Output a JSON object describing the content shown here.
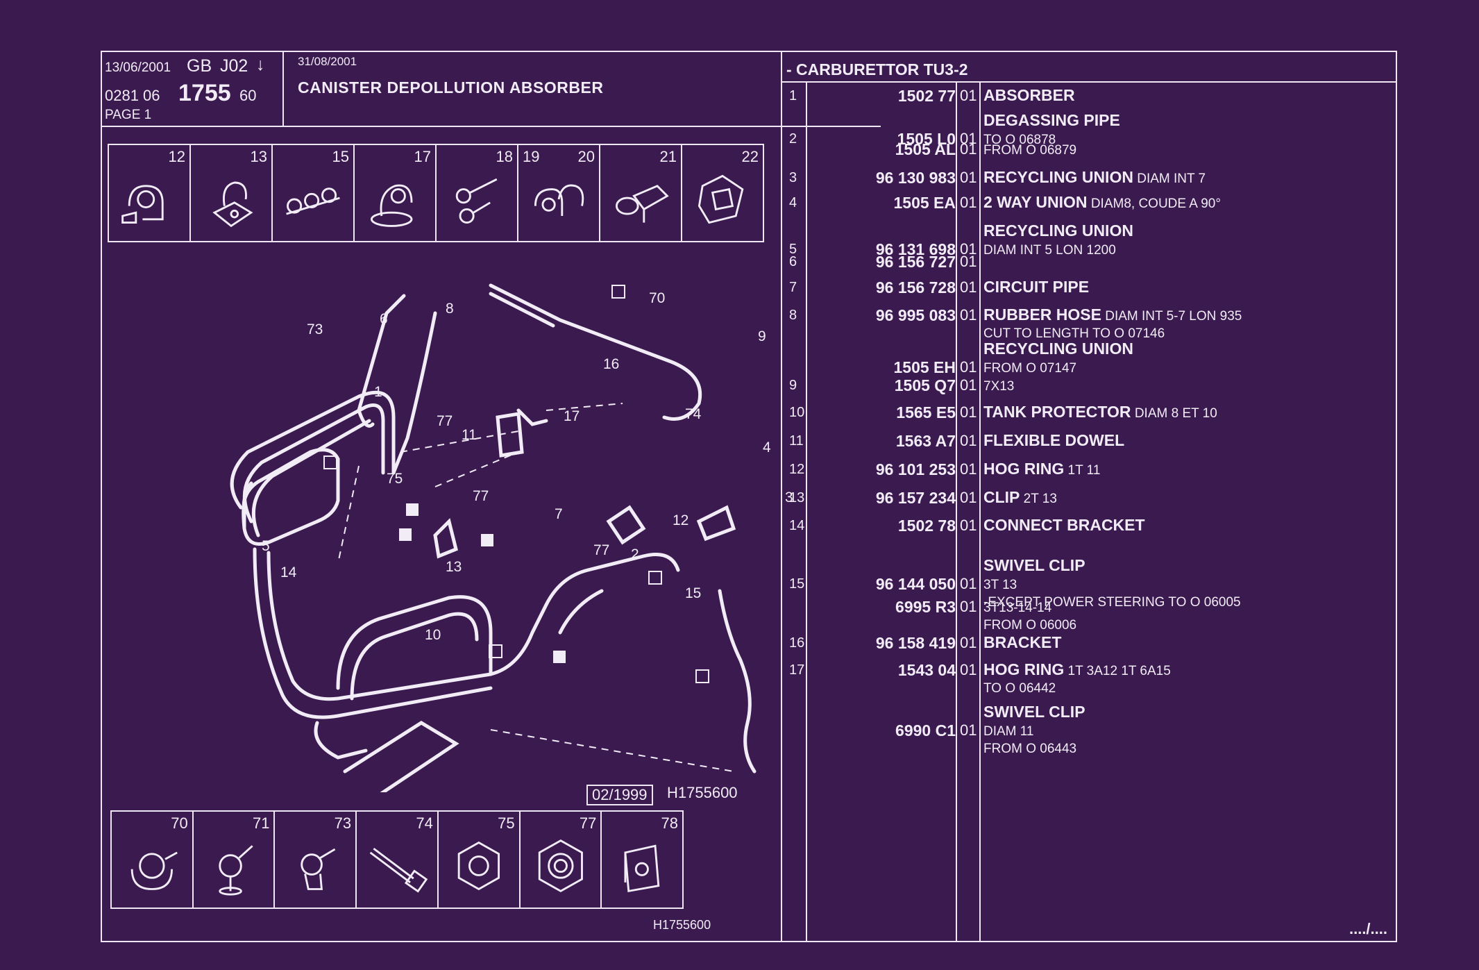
{
  "header": {
    "date": "13/06/2001",
    "lang": "GB",
    "code": "J02",
    "arrow": "↓",
    "ref_prefix": "0281 06",
    "ref_main": "1755",
    "ref_suffix": "60",
    "page": "PAGE 1",
    "date2": "31/08/2001",
    "title": "CANISTER DEPOLLUTION ABSORBER"
  },
  "thumbs_top": [
    "12",
    "13",
    "15",
    "17",
    "18",
    "19",
    "20",
    "21",
    "22"
  ],
  "thumbs_bottom": [
    "70",
    "71",
    "73",
    "74",
    "75",
    "77",
    "78"
  ],
  "diagram": {
    "labels": [
      "8",
      "70",
      "6",
      "73",
      "9",
      "16",
      "1",
      "77",
      "11",
      "17",
      "74",
      "4",
      "75",
      "77",
      "3",
      "12",
      "7",
      "5",
      "77",
      "2",
      "13",
      "14",
      "15",
      "10"
    ],
    "date_stamp": "02/1999",
    "ref": "H1755600",
    "ref_bottom": "H1755600"
  },
  "list": {
    "heading": "- CARBURETTOR TU3-2",
    "rows": [
      {
        "idx": "1",
        "ref": "1502 77",
        "qty": "01",
        "lines": [
          {
            "b": "ABSORBER",
            "t": ""
          }
        ]
      },
      {
        "idx": "2",
        "ref": "1505 L0",
        "qty": "01",
        "pre": "DEGASSING PIPE",
        "lines": [
          {
            "b": "",
            "t": "TO  O  06878"
          }
        ]
      },
      {
        "idx": "",
        "ref": "1505 AL",
        "qty": "01",
        "lines": [
          {
            "b": "",
            "t": "FROM  O  06879"
          }
        ]
      },
      {
        "idx": "3",
        "ref": "96 130 983",
        "qty": "01",
        "lines": [
          {
            "b": "RECYCLING UNION",
            "t": " DIAM INT 7"
          }
        ]
      },
      {
        "idx": "4",
        "ref": "1505 EA",
        "qty": "01",
        "lines": [
          {
            "b": "2 WAY UNION",
            "t": " DIAM8, COUDE A 90°"
          }
        ]
      },
      {
        "idx": "5",
        "ref": "96 131 698",
        "qty": "01",
        "pre": "RECYCLING UNION",
        "lines": [
          {
            "b": "",
            "t": "DIAM INT 5 LON 1200"
          }
        ]
      },
      {
        "idx": "6",
        "ref": "96 156 727",
        "qty": "01",
        "lines": [
          {
            "b": "",
            "t": ""
          }
        ]
      },
      {
        "idx": "7",
        "ref": "96 156 728",
        "qty": "01",
        "lines": [
          {
            "b": "CIRCUIT PIPE",
            "t": ""
          }
        ]
      },
      {
        "idx": "8",
        "ref": "96 995 083",
        "qty": "01",
        "lines": [
          {
            "b": "RUBBER HOSE",
            "t": " DIAM INT 5-7 LON 935"
          },
          {
            "b": "",
            "t": "CUT TO LENGTH TO  O  07146"
          }
        ]
      },
      {
        "idx": "",
        "ref": "1505 EH",
        "qty": "01",
        "pre": "RECYCLING UNION",
        "lines": [
          {
            "b": "",
            "t": "FROM  O  07147"
          }
        ]
      },
      {
        "idx": "9",
        "ref": "1505 Q7",
        "qty": "01",
        "lines": [
          {
            "b": "",
            "t": "7X13"
          }
        ]
      },
      {
        "idx": "10",
        "ref": "1565 E5",
        "qty": "01",
        "lines": [
          {
            "b": "TANK PROTECTOR",
            "t": " DIAM 8 ET 10"
          }
        ]
      },
      {
        "idx": "11",
        "ref": "1563 A7",
        "qty": "01",
        "lines": [
          {
            "b": "FLEXIBLE DOWEL",
            "t": ""
          }
        ]
      },
      {
        "idx": "12",
        "ref": "96 101 253",
        "qty": "01",
        "lines": [
          {
            "b": "HOG RING",
            "t": " 1T 11"
          }
        ]
      },
      {
        "idx": "13",
        "ref": "96 157 234",
        "qty": "01",
        "lines": [
          {
            "b": "CLIP",
            "t": " 2T 13"
          }
        ]
      },
      {
        "idx": "14",
        "ref": "1502 78",
        "qty": "01",
        "lines": [
          {
            "b": "CONNECT BRACKET",
            "t": ""
          }
        ]
      },
      {
        "idx": "15",
        "ref": "96 144 050",
        "qty": "01",
        "pre": "SWIVEL CLIP",
        "lines": [
          {
            "b": "",
            "t": "3T 13"
          },
          {
            "b": "",
            "t": "-EXCEPT POWER STEERING TO  O  06005"
          }
        ]
      },
      {
        "idx": "",
        "ref": "6995 R3",
        "qty": "01",
        "lines": [
          {
            "b": "",
            "t": "3T13-14-14"
          },
          {
            "b": "",
            "t": "FROM  O  06006"
          }
        ]
      },
      {
        "idx": "16",
        "ref": "96 158 419",
        "qty": "01",
        "lines": [
          {
            "b": "BRACKET",
            "t": ""
          }
        ]
      },
      {
        "idx": "17",
        "ref": "1543 04",
        "qty": "01",
        "lines": [
          {
            "b": "HOG RING",
            "t": " 1T 3A12 1T 6A15"
          },
          {
            "b": "",
            "t": "TO  O  06442"
          }
        ]
      },
      {
        "idx": "",
        "ref": "6990 C1",
        "qty": "01",
        "pre": "SWIVEL CLIP",
        "lines": [
          {
            "b": "",
            "t": "DIAM 11"
          },
          {
            "b": "",
            "t": "FROM  O  06443"
          }
        ]
      }
    ],
    "continuation": "..../...."
  }
}
